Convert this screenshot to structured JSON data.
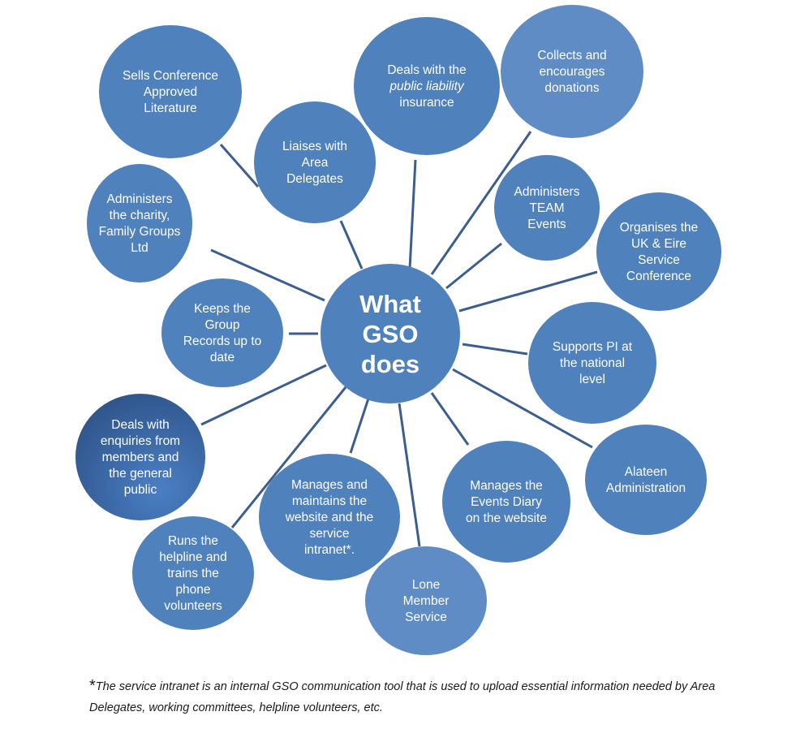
{
  "center": {
    "lines": [
      "What",
      "GSO",
      "does"
    ]
  },
  "nodes": [
    {
      "id": "sells-literature",
      "lines": [
        "Sells Conference",
        "Approved",
        "Literature"
      ]
    },
    {
      "id": "liaises-delegates",
      "lines": [
        "Liaises with",
        "Area",
        "Delegates"
      ]
    },
    {
      "id": "public-liability",
      "lines": [
        "Deals with the",
        "public liability",
        "insurance"
      ],
      "italic_line": 1
    },
    {
      "id": "collects-donations",
      "lines": [
        "Collects and",
        "encourages",
        "donations"
      ]
    },
    {
      "id": "administers-charity",
      "lines": [
        "Administers",
        "the charity,",
        "Family Groups",
        "Ltd"
      ]
    },
    {
      "id": "team-events",
      "lines": [
        "Administers",
        "TEAM",
        "Events"
      ]
    },
    {
      "id": "service-conference",
      "lines": [
        "Organises the",
        "UK & Eire",
        "Service",
        "Conference"
      ]
    },
    {
      "id": "group-records",
      "lines": [
        "Keeps the",
        "Group",
        "Records up to",
        "date"
      ]
    },
    {
      "id": "supports-pi",
      "lines": [
        "Supports PI at",
        "the national",
        "level"
      ]
    },
    {
      "id": "enquiries",
      "lines": [
        "Deals with",
        "enquiries from",
        "members and",
        "the general",
        "public"
      ]
    },
    {
      "id": "alateen",
      "lines": [
        "Alateen",
        "Administration"
      ]
    },
    {
      "id": "website-intranet",
      "lines": [
        "Manages and",
        "maintains the",
        "website and the",
        "service",
        "intranet*."
      ]
    },
    {
      "id": "events-diary",
      "lines": [
        "Manages the",
        "Events Diary",
        "on the website"
      ]
    },
    {
      "id": "helpline",
      "lines": [
        "Runs the",
        "helpline and",
        "trains the",
        "phone",
        "volunteers"
      ]
    },
    {
      "id": "lone-member",
      "lines": [
        "Lone",
        "Member",
        "Service"
      ]
    }
  ],
  "footnote": {
    "star": "*",
    "text": "The service intranet is an internal GSO communication tool that is used to upload essential information needed by Area Delegates, working committees, helpline volunteers, etc."
  },
  "colors": {
    "node": "#4f81bd",
    "node_light": "#5f8cc5",
    "node_dark": "#3a63a0",
    "lines": "#3c5e8f",
    "text": "#ffffff"
  }
}
